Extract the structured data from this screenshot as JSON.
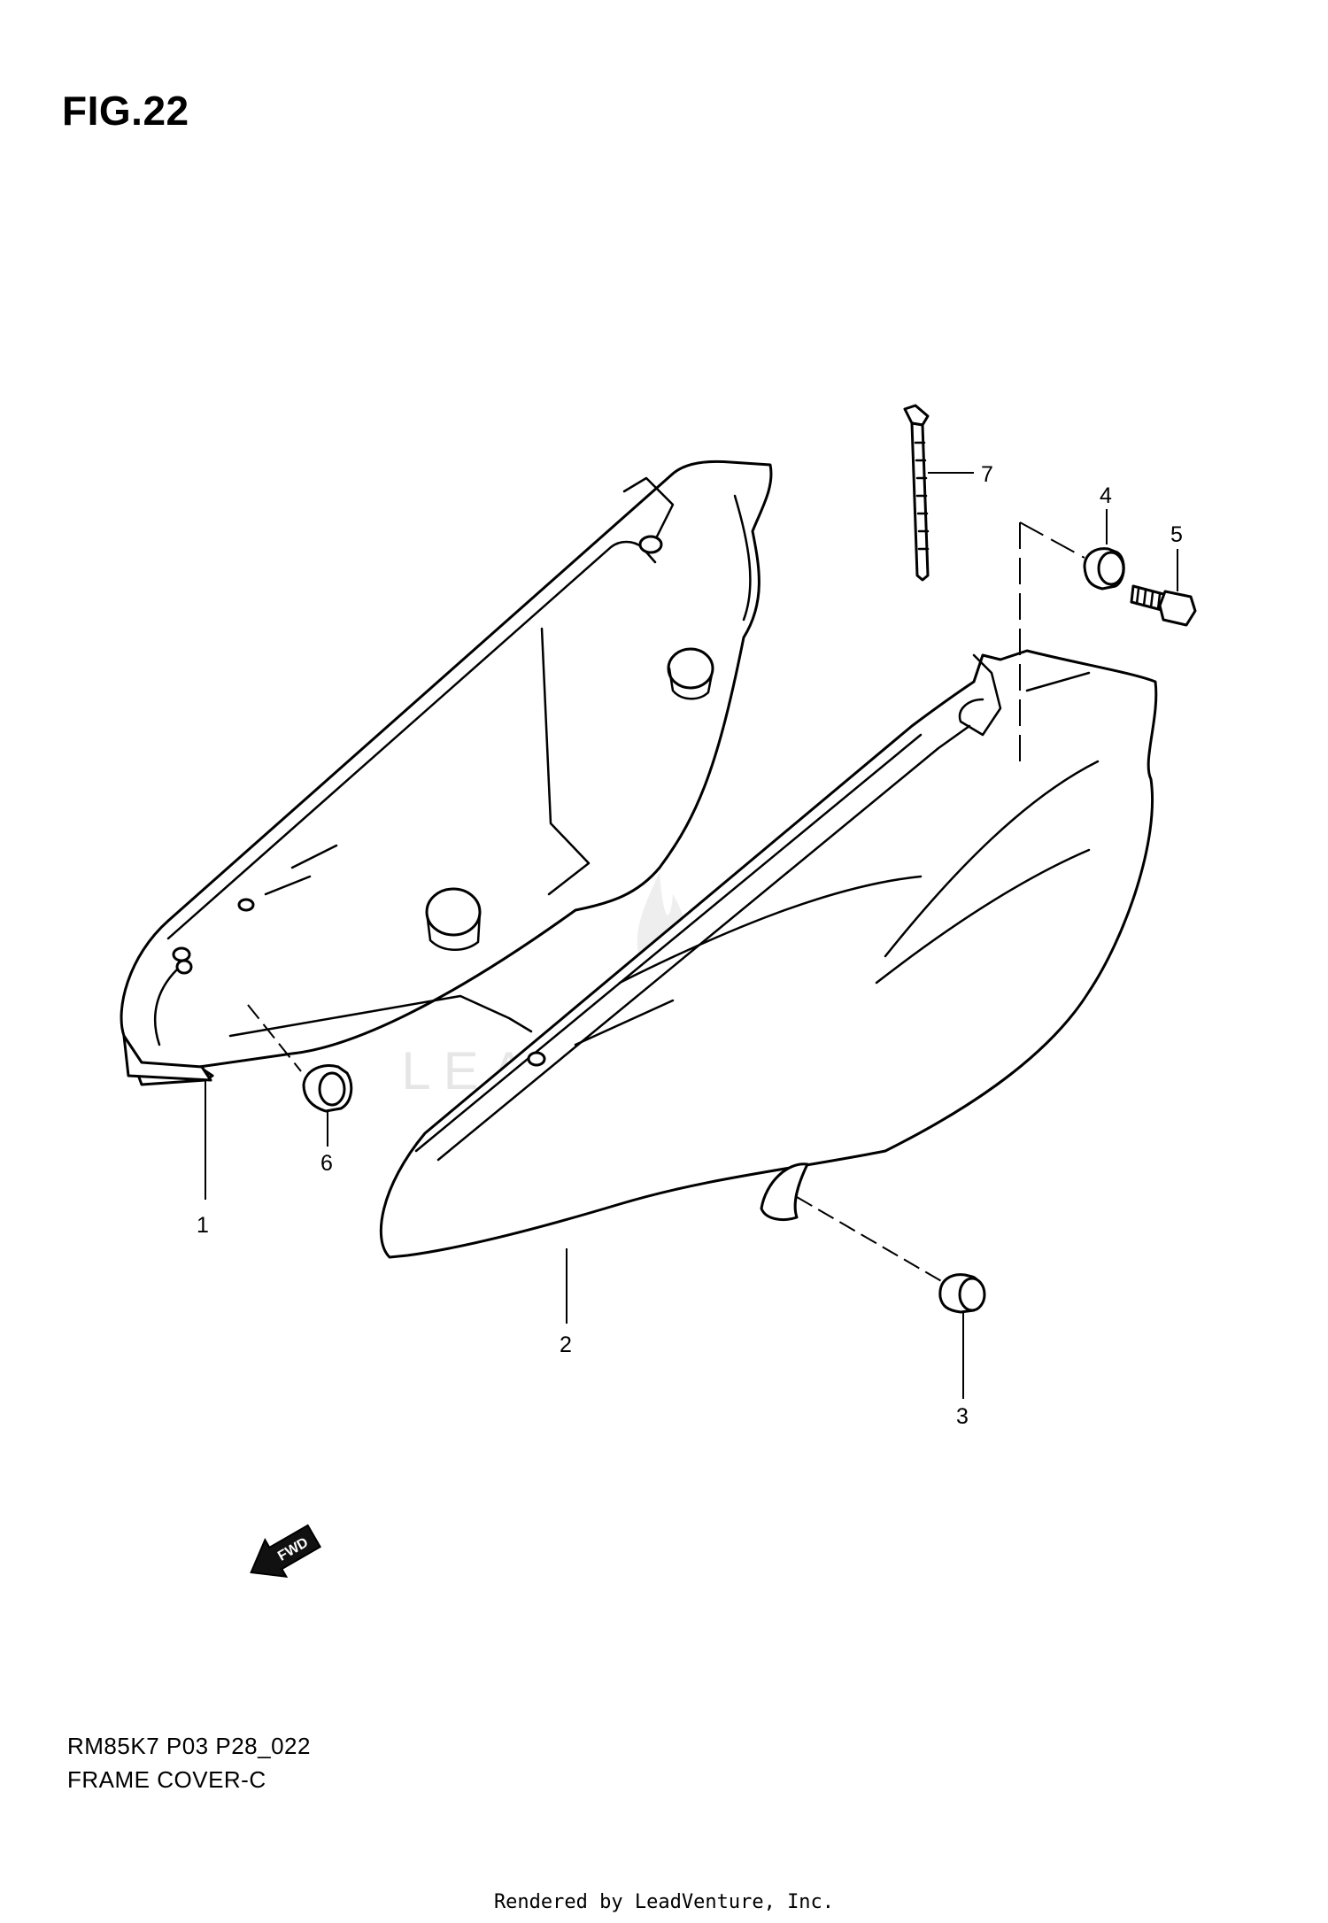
{
  "figure": {
    "title": "FIG.22"
  },
  "callouts": {
    "c1": "1",
    "c2": "2",
    "c3": "3",
    "c4": "4",
    "c5": "5",
    "c6": "6",
    "c7": "7"
  },
  "direction_label": "FWD",
  "watermark": "LEADVENTURE",
  "footer": {
    "model_code": "RM85K7 P03 P28_022",
    "section_name": "FRAME COVER-C",
    "rendered_by": "Rendered by LeadVenture, Inc."
  }
}
